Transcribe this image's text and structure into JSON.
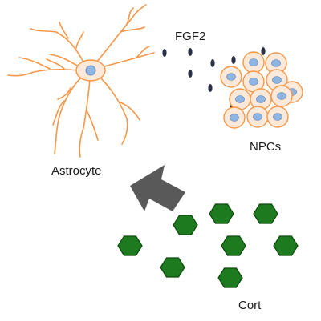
{
  "labels": {
    "fgf2": "FGF2",
    "npcs": "NPCs",
    "astrocyte": "Astrocyte",
    "cort": "Cort"
  },
  "colors": {
    "astrocyte_fill": "#fde9d9",
    "astrocyte_stroke": "#f79646",
    "nucleus": "#8eb4e3",
    "npc_fill": "#fde9d9",
    "npc_stroke": "#f79646",
    "npc_nucleus": "#8eb4e3",
    "fgf2_dot": "#2b2f45",
    "arrow": "#595959",
    "cort_fill": "#1e7a1e",
    "cort_stroke": "#0d4a0d"
  },
  "icons": {
    "arrow": "block-arrow-up-left",
    "cort": "hexagon",
    "npc": "round-cell"
  }
}
